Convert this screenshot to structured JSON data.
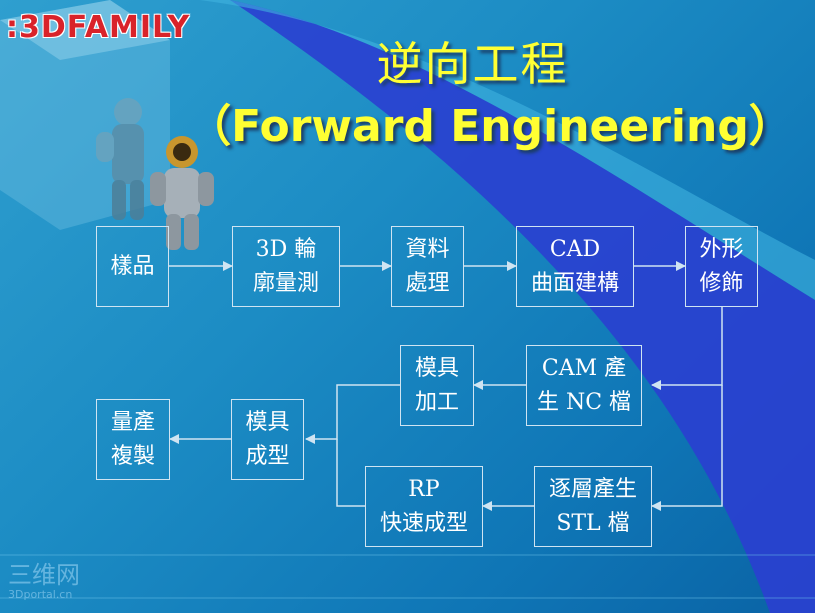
{
  "slide": {
    "title_line1": "逆向工程",
    "title_line2": "（Forward Engineering）"
  },
  "logo": {
    "text": ":3DFAMILY"
  },
  "watermark": {
    "text": "三维网",
    "sub": "3Dportal.cn"
  },
  "colors": {
    "title": "#ffff33",
    "box_border": "#cfe4f2",
    "box_text": "#ffffff",
    "arrow": "#cfe4f2",
    "logo": "#d9232a"
  },
  "boxes": {
    "sample": "樣品",
    "scan": "3D 輪\n廓量測",
    "data": "資料\n處理",
    "cad": "CAD\n曲面建構",
    "shape": "外形\n修飾",
    "cam": "CAM 產\n生 NC 檔",
    "mold_proc": "模具\n加工",
    "mold_form": "模具\n成型",
    "mass": "量產\n複製",
    "stl": "逐層產生\nSTL 檔",
    "rp": "RP\n快速成型"
  }
}
